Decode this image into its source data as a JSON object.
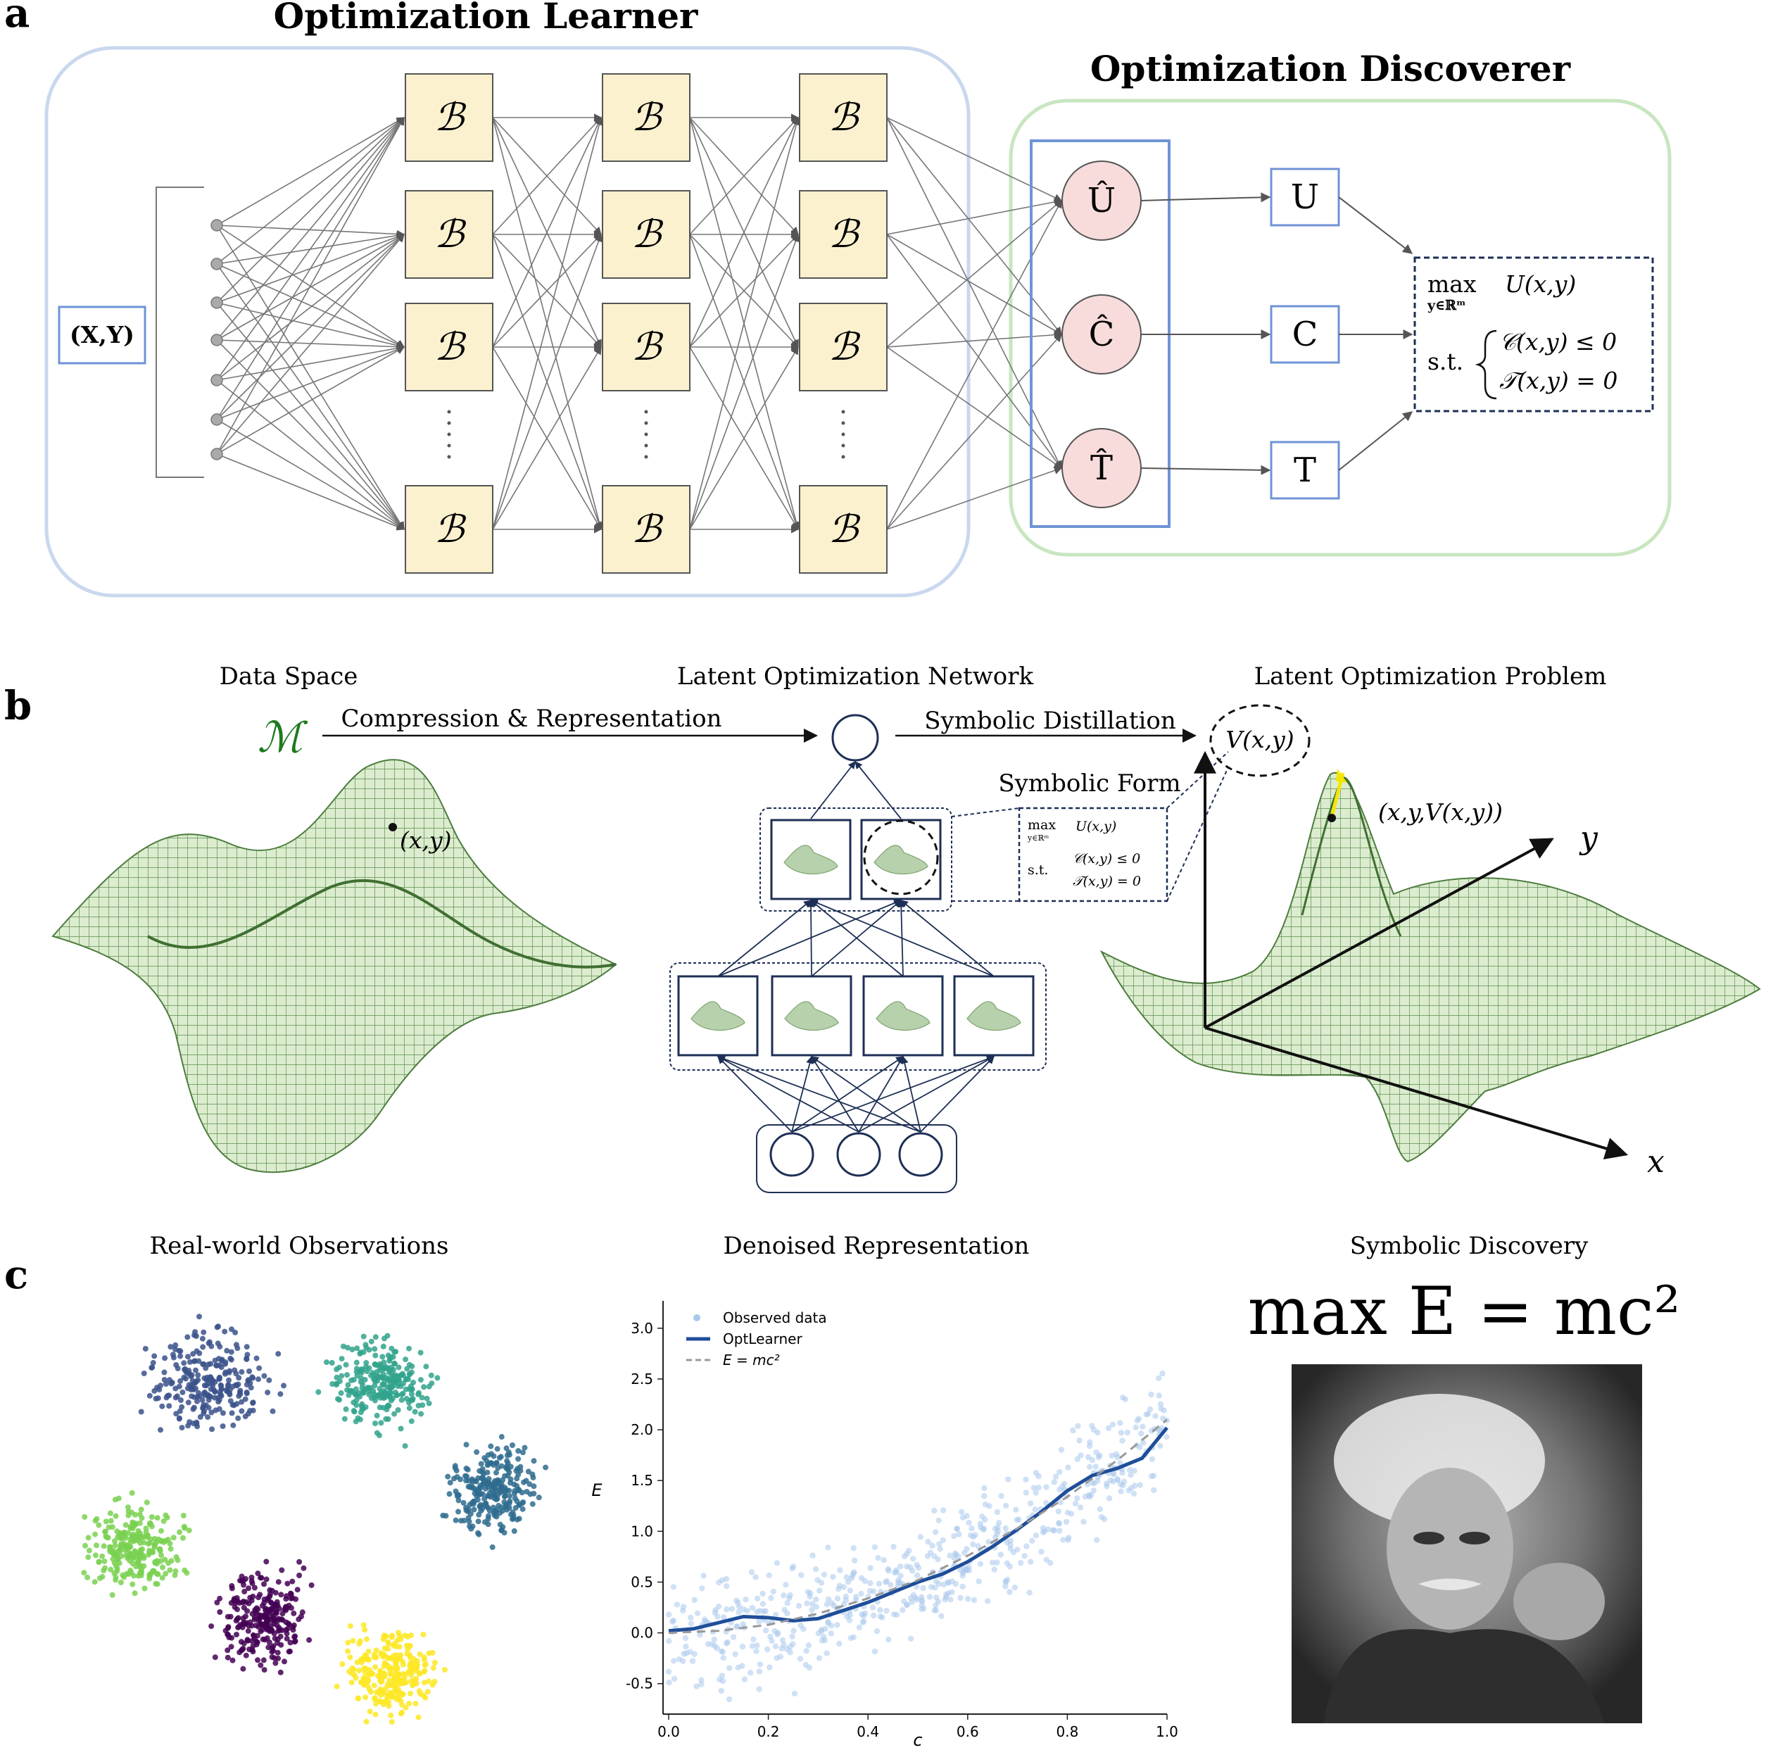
{
  "panel_a": {
    "label": "a",
    "learner_title": "Optimization Learner",
    "discoverer_title": "Optimization Discoverer",
    "input_label": "(X,Y)",
    "block_symbol": "ℬ",
    "hat_nodes": [
      "Û",
      "Ĉ",
      "T̂"
    ],
    "out_nodes": [
      "U",
      "C",
      "T"
    ],
    "problem": {
      "max": "max",
      "max_sub": "y∈ℝᵐ",
      "objective": "U(x,y)",
      "st": "s.t.",
      "c1": "𝒞(x,y) ≤ 0",
      "c2": "𝒯(x,y) = 0"
    },
    "colors": {
      "learner_border": "#c9d8ee",
      "discoverer_border": "#c8e6c0",
      "block_fill": "#fbf1cf",
      "hat_fill": "#f8dcdc",
      "box_border": "#6f93d6"
    }
  },
  "panel_b": {
    "label": "b",
    "data_space": "Data Space",
    "network": "Latent Optimization Network",
    "problem_title": "Latent Optimization Problem",
    "manifold": "ℳ",
    "compression": "Compression & Representation",
    "distillation": "Symbolic Distillation",
    "symbolic_form": "Symbolic Form",
    "point_label": "(x,y)",
    "v_label": "V(x,y)",
    "point3d": "(x,y,V(x,y))",
    "axis_x": "x",
    "axis_y": "y",
    "sf_max": "max",
    "sf_sub": "y∈ℝᵐ",
    "sf_obj": "U(x,y)",
    "sf_st": "s.t.",
    "sf_c1": "𝒞(x,y) ≤ 0",
    "sf_c2": "𝒯(x,y) = 0"
  },
  "panel_c": {
    "label": "c",
    "obs_title": "Real-world Observations",
    "denoised_title": "Denoised Representation",
    "discovery_title": "Symbolic Discovery",
    "formula": "max E = mc²",
    "cluster_colors": [
      "#3b528b",
      "#31a38c",
      "#2f6c8e",
      "#7ad151",
      "#440154",
      "#fde725"
    ]
  },
  "chart_data": {
    "type": "scatter",
    "xlabel": "c",
    "ylabel": "E",
    "xlim": [
      0,
      1
    ],
    "ylim": [
      -0.8,
      3.2
    ],
    "x_ticks": [
      "0.0",
      "0.2",
      "0.4",
      "0.6",
      "0.8",
      "1.0"
    ],
    "y_ticks": [
      "-0.5",
      "0.0",
      "0.5",
      "1.0",
      "1.5",
      "2.0",
      "2.5",
      "3.0"
    ],
    "grid": false,
    "legend_position": "top-left",
    "series": [
      {
        "name": "Observed data",
        "kind": "scatter",
        "color": "#a9c8ec",
        "note_points_approx": 600
      },
      {
        "name": "OptLearner",
        "kind": "line",
        "color": "#1f4e99",
        "x": [
          0.0,
          0.05,
          0.1,
          0.15,
          0.2,
          0.25,
          0.3,
          0.35,
          0.4,
          0.45,
          0.5,
          0.55,
          0.6,
          0.65,
          0.7,
          0.75,
          0.8,
          0.85,
          0.9,
          0.95,
          1.0
        ],
        "y": [
          0.02,
          0.04,
          0.1,
          0.16,
          0.15,
          0.12,
          0.14,
          0.22,
          0.3,
          0.4,
          0.5,
          0.58,
          0.7,
          0.85,
          1.02,
          1.2,
          1.4,
          1.55,
          1.62,
          1.72,
          2.02
        ]
      },
      {
        "name": "E = mc²",
        "kind": "line",
        "color": "#999999",
        "dashed": true,
        "x": [
          0.0,
          0.1,
          0.2,
          0.3,
          0.4,
          0.5,
          0.6,
          0.7,
          0.8,
          0.9,
          1.0
        ],
        "y": [
          0.0,
          0.02,
          0.08,
          0.19,
          0.34,
          0.52,
          0.76,
          1.03,
          1.34,
          1.7,
          2.1
        ]
      }
    ]
  }
}
